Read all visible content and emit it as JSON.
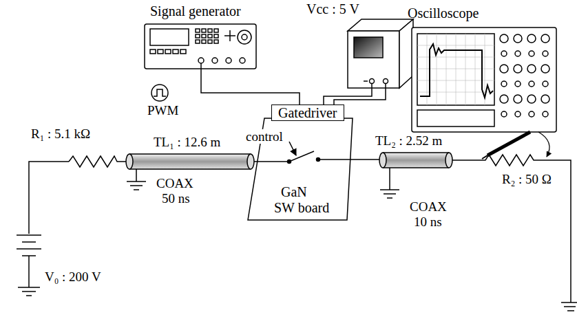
{
  "diagram": {
    "nodes": [
      {
        "text": [
          "Vcc : 5 V"
        ]
      },
      {
        "text": [
          "Signal generator"
        ]
      },
      {
        "text": [
          "Oscilloscope"
        ]
      },
      {
        "text": [
          "GaN",
          "SW board"
        ]
      },
      {
        "text": [
          "Gatedriver"
        ],
        "in": 3
      }
    ],
    "edges": [
      {
        "from": 1,
        "to": 4,
        "arrow": "none"
      },
      {
        "from": 0,
        "to": 4,
        "arrow": "none"
      },
      {
        "from": 0,
        "to": 4,
        "arrow": "none"
      }
    ],
    "labels": [
      "PWM",
      "R₁ : 5.1 kΩ",
      "TL₁ : 12.6 m",
      "control",
      "TL₂ : 2.52 m",
      "COAX",
      "50 ns",
      "R₂ : 50 Ω",
      "COAX",
      "10 ns",
      "V₀ : 200 V"
    ]
  }
}
